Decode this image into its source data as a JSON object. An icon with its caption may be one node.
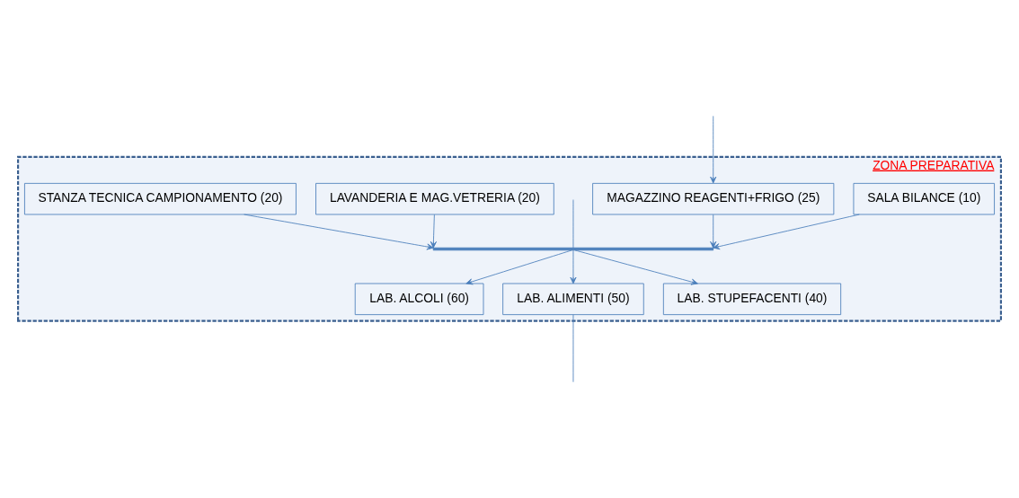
{
  "diagram": {
    "nodes": [
      {
        "text": [
          "ZONA PREPARATIVA"
        ]
      },
      {
        "text": [
          "STANZA TECNICA CAMPIONAMENTO (20)"
        ],
        "in": 0
      },
      {
        "text": [
          "LAVANDERIA E MAG.VETRERIA (20)"
        ],
        "in": 0
      },
      {
        "text": [
          "MAGAZZINO REAGENTI+FRIGO (25)"
        ],
        "in": 0
      },
      {
        "text": [
          "SALA BILANCE (10)"
        ],
        "in": 0
      },
      {
        "text": [],
        "shape": "bar",
        "in": 0
      },
      {
        "text": [
          "LAB. ALCOLI (60)"
        ],
        "in": 0
      },
      {
        "text": [
          "LAB. ALIMENTI (50)"
        ],
        "in": 0
      },
      {
        "text": [
          "LAB. STUPEFACENTI (40)"
        ],
        "in": 0
      }
    ],
    "edges": [
      {
        "from": null,
        "to": 5,
        "arrow": "none"
      },
      {
        "from": null,
        "to": 3,
        "arrow": "to"
      },
      {
        "from": 1,
        "to": 5,
        "arrow": "to"
      },
      {
        "from": 2,
        "to": 5,
        "arrow": "to"
      },
      {
        "from": 3,
        "to": 5,
        "arrow": "to"
      },
      {
        "from": 4,
        "to": 5,
        "arrow": "to"
      },
      {
        "from": 5,
        "to": 6,
        "arrow": "to"
      },
      {
        "from": 5,
        "to": 7,
        "arrow": "to"
      },
      {
        "from": 5,
        "to": 8,
        "arrow": "to"
      },
      {
        "from": 7,
        "to": null,
        "arrow": "none"
      }
    ]
  }
}
